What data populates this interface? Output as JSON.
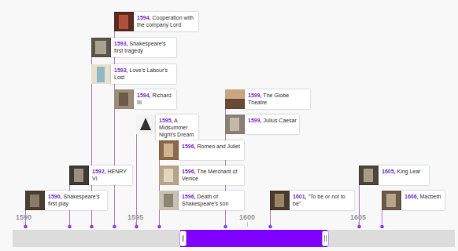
{
  "diagram": {
    "nodes": [
      {
        "text": [
          "1590,",
          "Shakespeare's first play"
        ]
      },
      {
        "text": [
          "1592,",
          "HENRY VI"
        ]
      },
      {
        "text": [
          "1593,",
          "Shakespeare's first tragedy"
        ]
      },
      {
        "text": [
          "1593,",
          "Love's Labour's Lost"
        ]
      },
      {
        "text": [
          "1594,",
          "Cooperation with the company Lord"
        ]
      },
      {
        "text": [
          "1594,",
          "Richard III"
        ]
      },
      {
        "text": [
          "1595,",
          "A Midsummer Night's Dream"
        ]
      },
      {
        "text": [
          "1596,",
          "Romeo and Juliet"
        ]
      },
      {
        "text": [
          "1596,",
          "The Merchant of Venice"
        ]
      },
      {
        "text": [
          "1596,",
          "Death of Shakespeare's son"
        ]
      },
      {
        "text": [
          "1599,",
          "The Globe Theatre"
        ]
      },
      {
        "text": [
          "1599,",
          "Julius Caesar"
        ]
      },
      {
        "text": [
          "1601,",
          "\"To be or not to be\""
        ]
      },
      {
        "text": [
          "1605,",
          "King Lear"
        ]
      },
      {
        "text": [
          "1606,",
          "Macbeth"
        ]
      }
    ],
    "labels": [
      "1590",
      "1595",
      "1600",
      "1605"
    ]
  }
}
